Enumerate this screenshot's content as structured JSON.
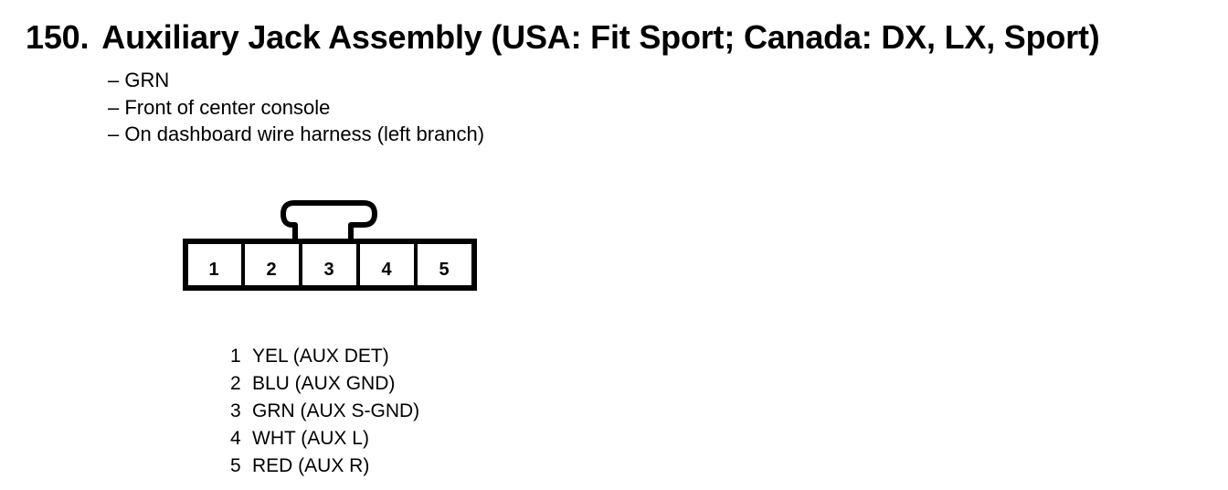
{
  "heading": {
    "number": "150.",
    "title": "Auxiliary Jack Assembly (USA: Fit Sport; Canada: DX, LX, Sport)"
  },
  "notes": [
    "– GRN",
    "– Front of center console",
    "– On dashboard wire harness (left branch)"
  ],
  "connector": {
    "cavities": [
      "1",
      "2",
      "3",
      "4",
      "5"
    ]
  },
  "pins": [
    {
      "number": "1",
      "label": "YEL (AUX DET)"
    },
    {
      "number": "2",
      "label": "BLU (AUX GND)"
    },
    {
      "number": "3",
      "label": "GRN (AUX S-GND)"
    },
    {
      "number": "4",
      "label": "WHT (AUX L)"
    },
    {
      "number": "5",
      "label": "RED (AUX R)"
    }
  ]
}
